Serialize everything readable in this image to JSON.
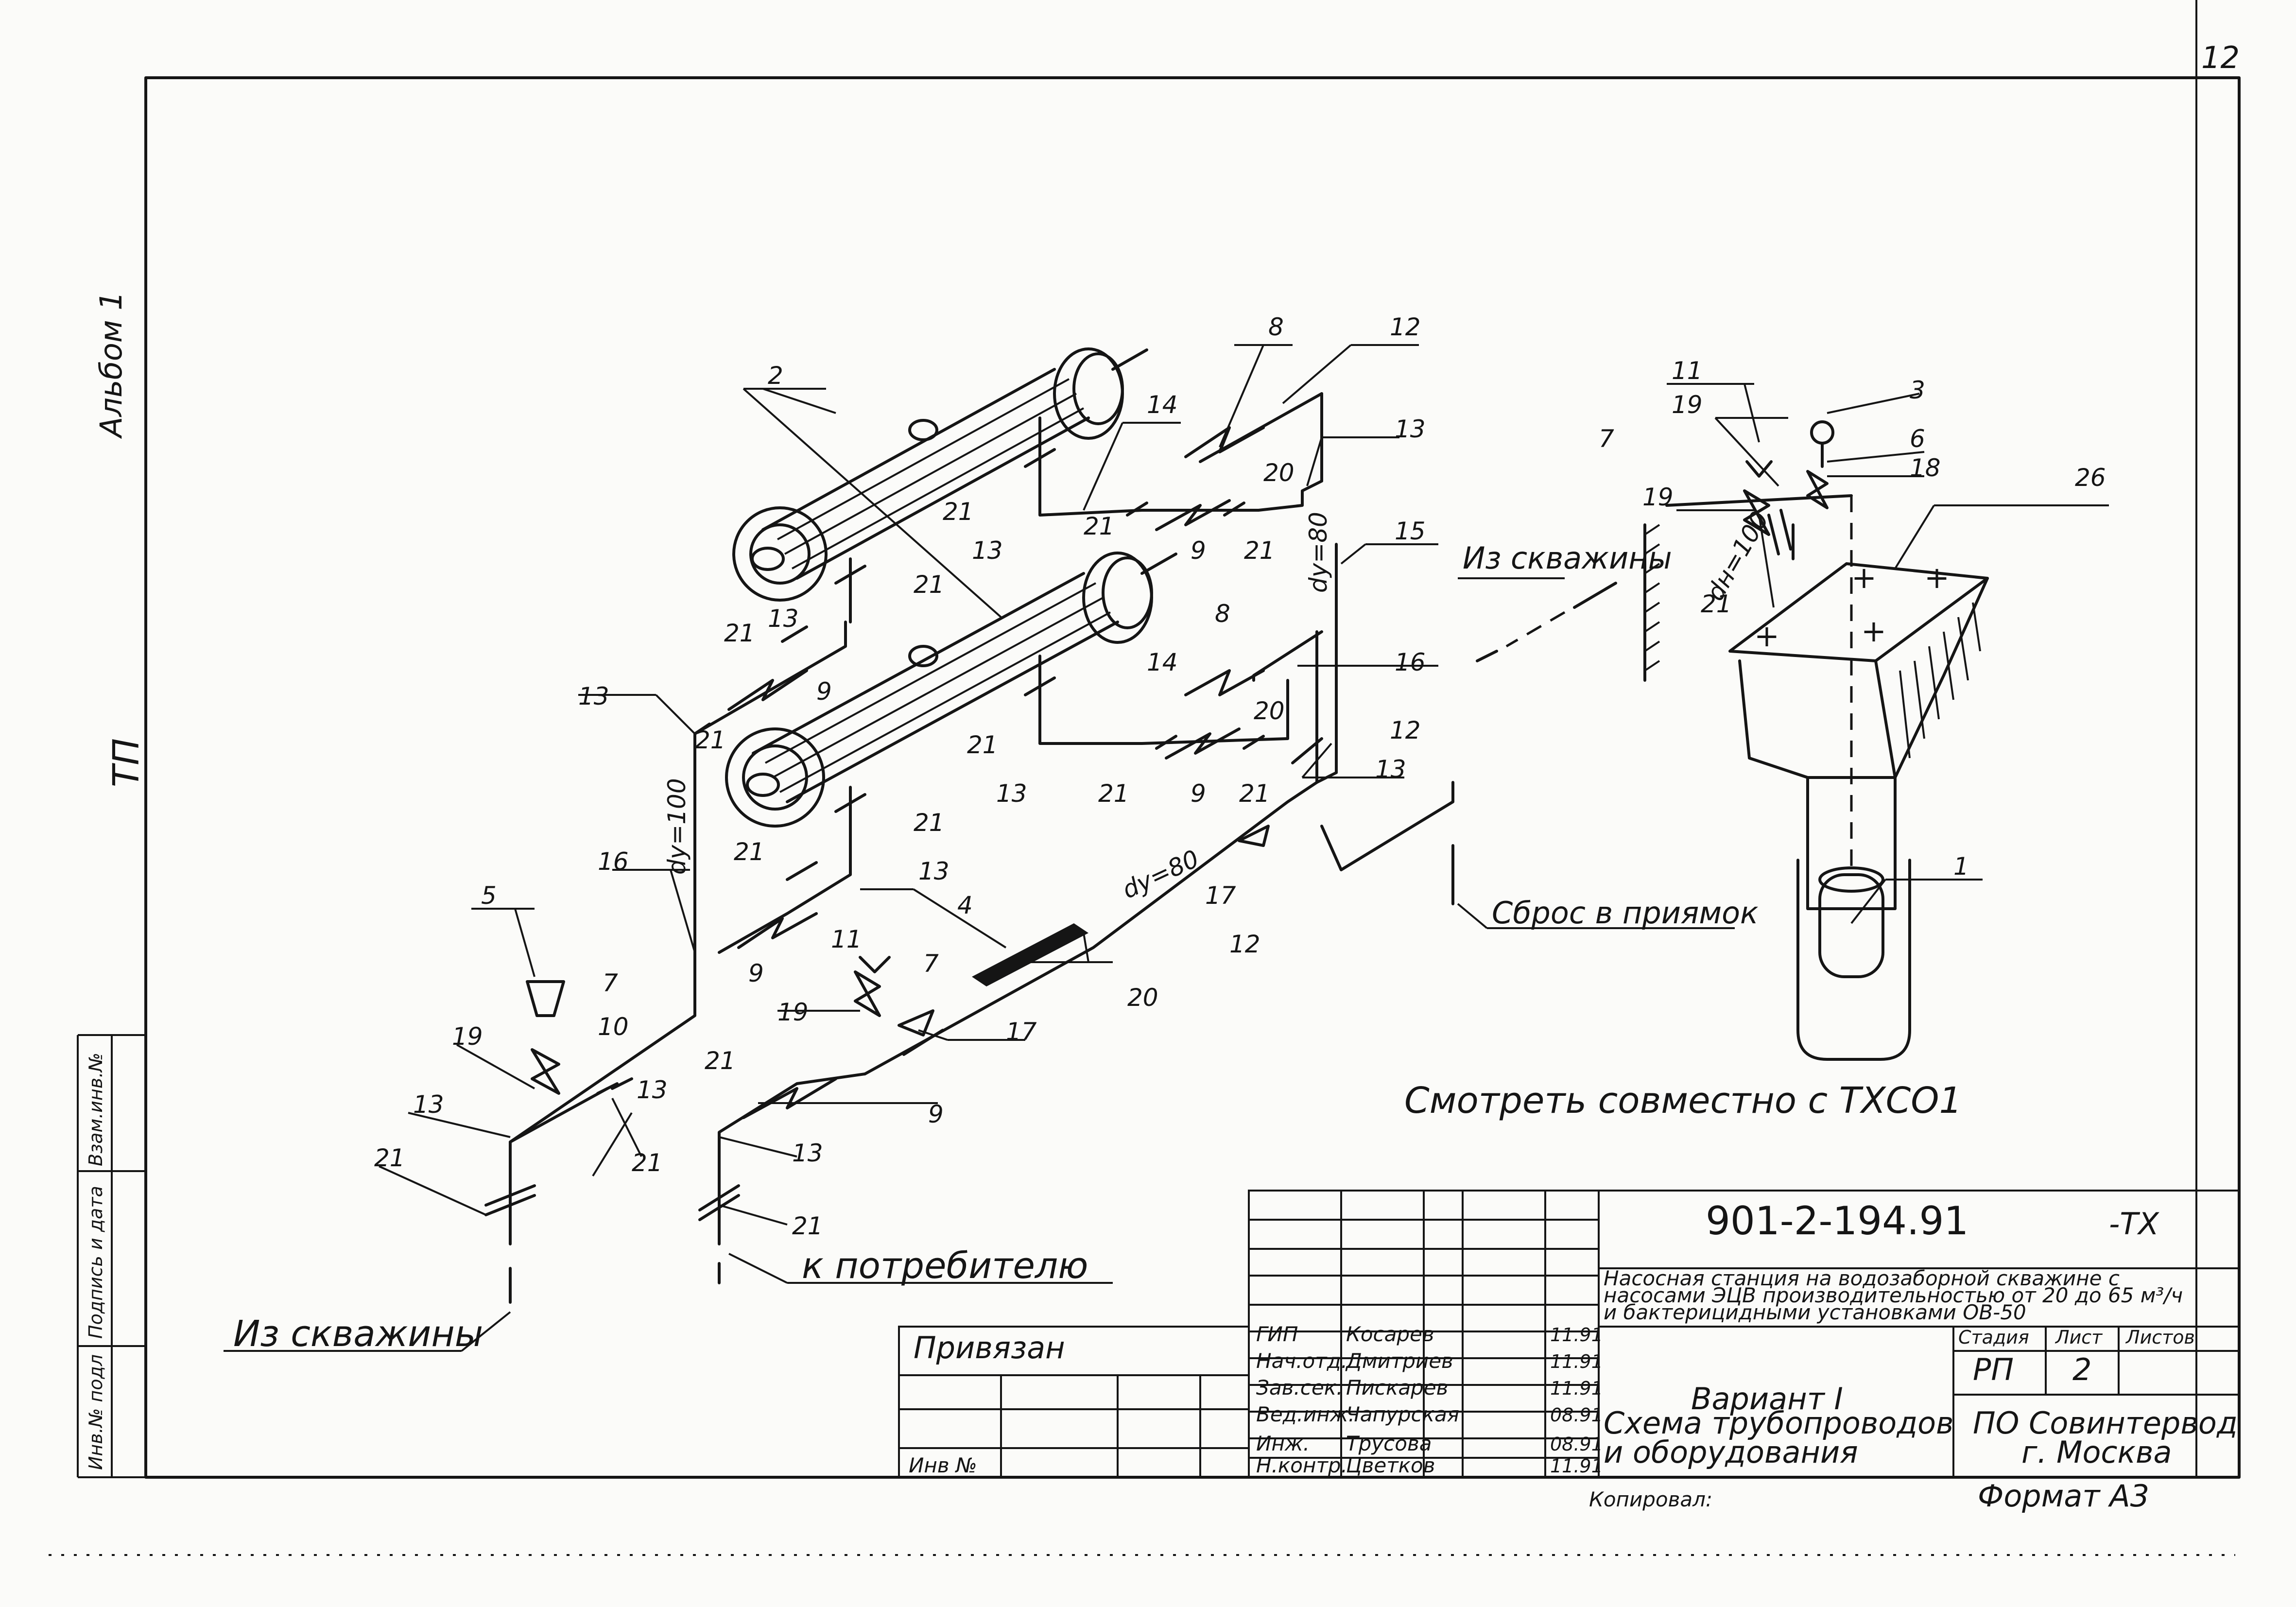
{
  "sheet": {
    "page_number": "12",
    "album": "Альбом 1",
    "series": "ТП",
    "margin_labels": [
      "Инв.№ подл",
      "Подпись и дата",
      "Взам.инв.№"
    ]
  },
  "labels": {
    "n1": "1",
    "n2": "2",
    "n3": "3",
    "n4": "4",
    "n5": "5",
    "n6": "6",
    "n7": "7",
    "n8": "8",
    "n9": "9",
    "n10": "10",
    "n11": "11",
    "n12": "12",
    "n13": "13",
    "n14": "14",
    "n15": "15",
    "n16": "16",
    "n17": "17",
    "n18": "18",
    "n19": "19",
    "n20": "20",
    "n21": "21",
    "n26": "26",
    "dy100": "dу=100",
    "dy80": "dу=80",
    "dn100": "dн=100"
  },
  "notes": {
    "from_well": "Из скважины",
    "to_consumer": "к потребителю",
    "discharge": "Сброс в приямок",
    "see_also": "Смотреть совместно с ТХСО1"
  },
  "title_block": {
    "doc_code": "901-2-194.91",
    "doc_suffix": "-ТХ",
    "description": [
      "Насосная станция на водозаборной скважине с",
      "насосами ЭЦВ производительностью от 20 до 65 м³/ч",
      "и бактерицидными установками ОВ-50"
    ],
    "bound": "Привязан",
    "inv_no": "Инв №",
    "staff": [
      {
        "role": "ГИП",
        "name": "Косарев",
        "date": "11.91"
      },
      {
        "role": "Нач.отд.",
        "name": "Дмитриев",
        "date": "11.91"
      },
      {
        "role": "Зав.сек.",
        "name": "Пискарев",
        "date": "11.91"
      },
      {
        "role": "Вед.инж.",
        "name": "Чапурская",
        "date": "08.91"
      },
      {
        "role": "Инж.",
        "name": "Трусова",
        "date": "08.91"
      },
      {
        "role": "Н.контр.",
        "name": "Цветков",
        "date": "11.91"
      }
    ],
    "stage_header": "Стадия",
    "sheet_header": "Лист",
    "sheets_header": "Листов",
    "stage": "РП",
    "sheet": "2",
    "variant": "Вариант I",
    "drawing_title": [
      "Схема трубопроводов",
      "и оборудования"
    ],
    "organization": [
      "ПО Совинтервод",
      "г. Москва"
    ],
    "copied": "Копировал:",
    "format": "Формат А3"
  }
}
